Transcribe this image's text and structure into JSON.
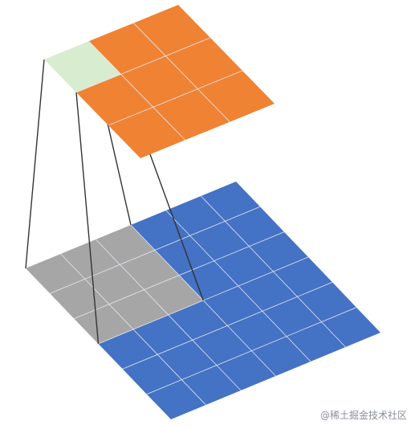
{
  "diagram": {
    "description_type": "convolution-visualization",
    "input_grid": {
      "rows": 6,
      "cols": 6,
      "color": "#4472c4",
      "kernel_window": {
        "rows": 3,
        "cols": 3,
        "color": "#a6a6a6"
      }
    },
    "output_grid": {
      "rows": 3,
      "cols": 3,
      "color": "#f08233",
      "highlight_cell": {
        "row": 0,
        "col": 0,
        "color": "#d8eccf"
      }
    },
    "connector_color": "#333333"
  },
  "watermark": {
    "text": "@稀土掘金技术社区"
  }
}
